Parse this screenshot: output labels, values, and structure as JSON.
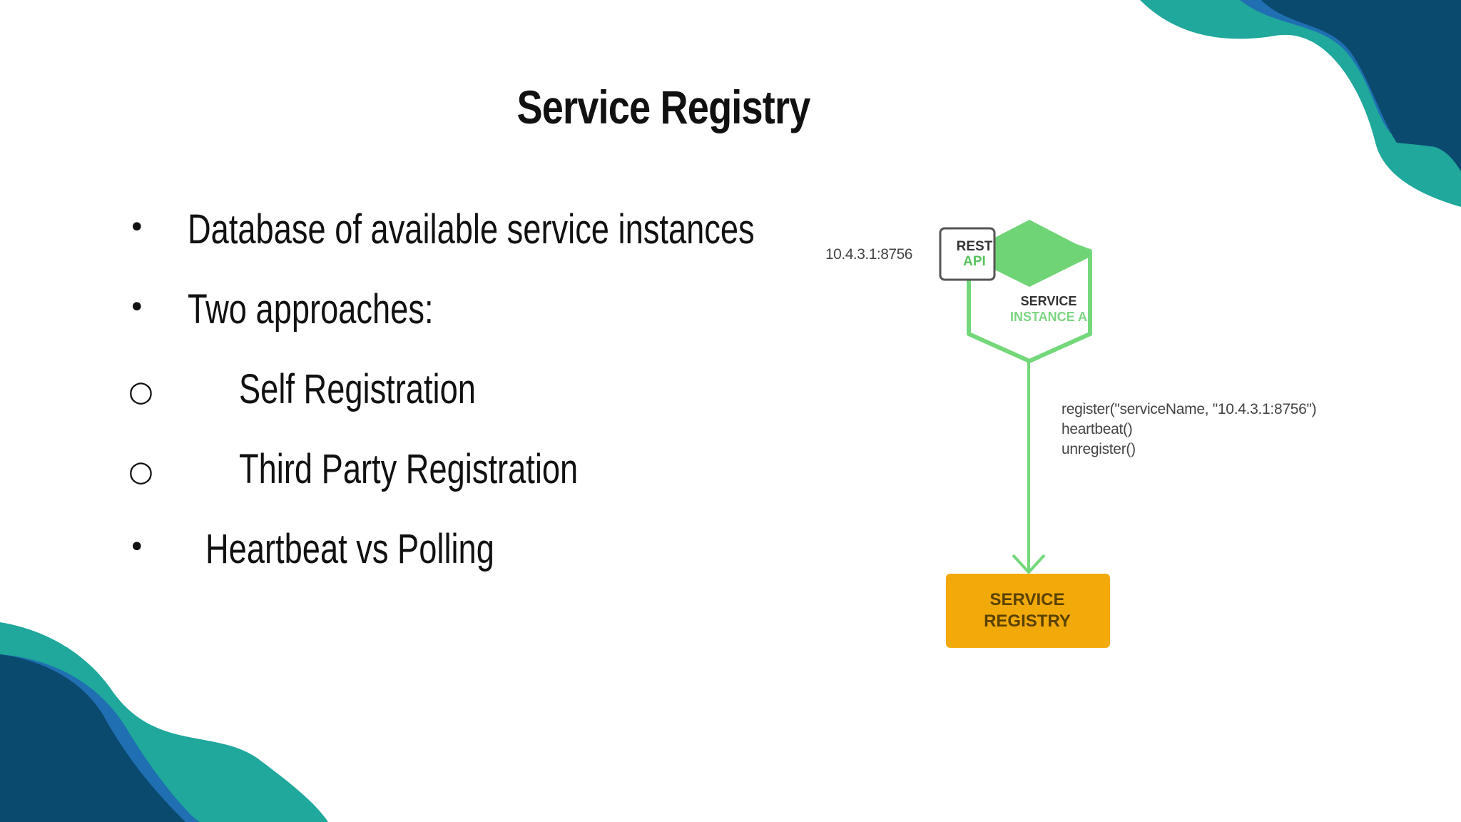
{
  "slide": {
    "title": "Service Registry",
    "bullets": [
      {
        "marker": "•",
        "text": "Database of available service instances"
      },
      {
        "marker": "•",
        "text": "Two approaches:"
      },
      {
        "marker": "○",
        "text": "Self Registration"
      },
      {
        "marker": "○",
        "text": "Third Party Registration"
      },
      {
        "marker": "•",
        "text": "Heartbeat vs Polling"
      }
    ]
  },
  "diagram": {
    "ip_address": "10.4.3.1:8756",
    "rest_label": "REST",
    "api_label": "API",
    "service_line1": "SERVICE",
    "service_line2": "INSTANCE A",
    "calls": [
      "register(\"serviceName, \"10.4.3.1:8756\")",
      "heartbeat()",
      "unregister()"
    ],
    "registry_line1": "SERVICE",
    "registry_line2": "REGISTRY"
  },
  "colors": {
    "teal": "#1fa89b",
    "blue": "#1f6fb2",
    "navy": "#0b4a6f",
    "green": "#6fd476",
    "registry": "#f2aa0a"
  }
}
